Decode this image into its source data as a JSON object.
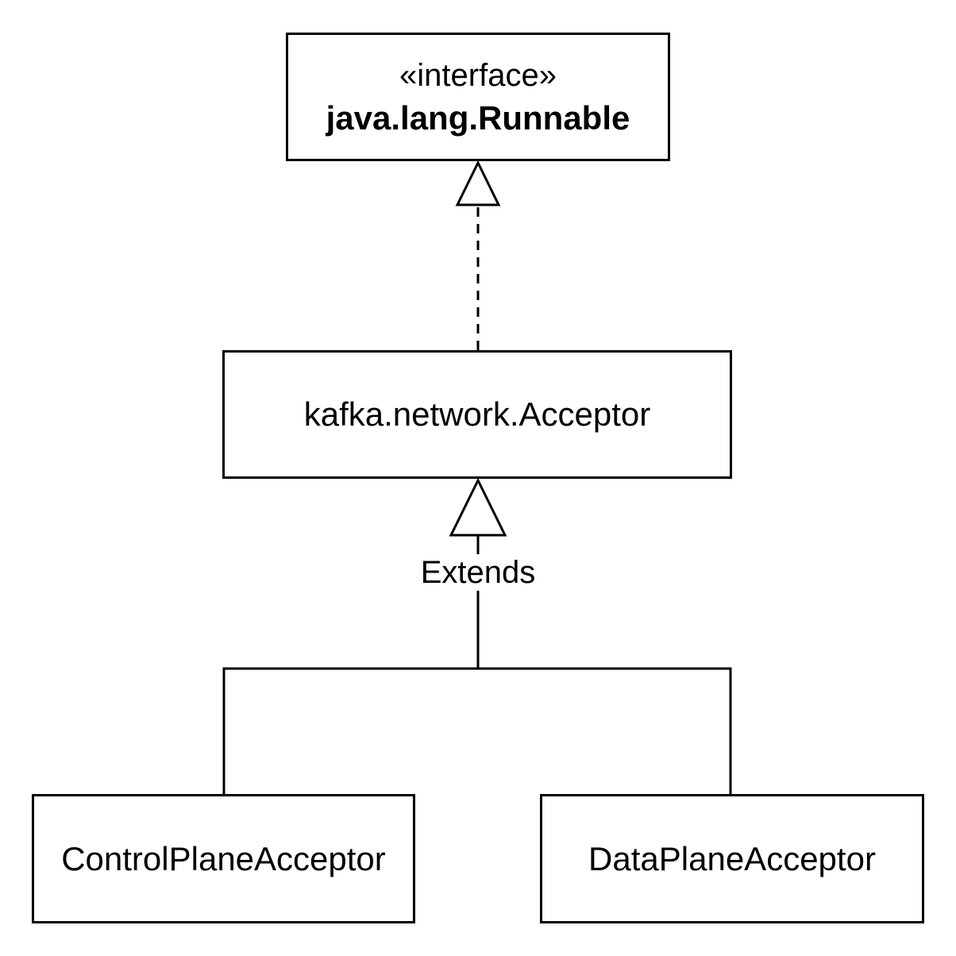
{
  "classes": {
    "runnable": {
      "stereotype": "«interface»",
      "name": "java.lang.Runnable"
    },
    "acceptor": {
      "name": "kafka.network.Acceptor"
    },
    "control": {
      "name": "ControlPlaneAcceptor"
    },
    "data": {
      "name": "DataPlaneAcceptor"
    }
  },
  "relations": {
    "realization": {
      "from": "kafka.network.Acceptor",
      "to": "java.lang.Runnable",
      "kind": "realization"
    },
    "generalization": {
      "label": "Extends",
      "children": [
        "ControlPlaneAcceptor",
        "DataPlaneAcceptor"
      ],
      "parent": "kafka.network.Acceptor",
      "kind": "generalization"
    }
  },
  "colors": {
    "stroke": "#000000",
    "background": "#ffffff"
  }
}
